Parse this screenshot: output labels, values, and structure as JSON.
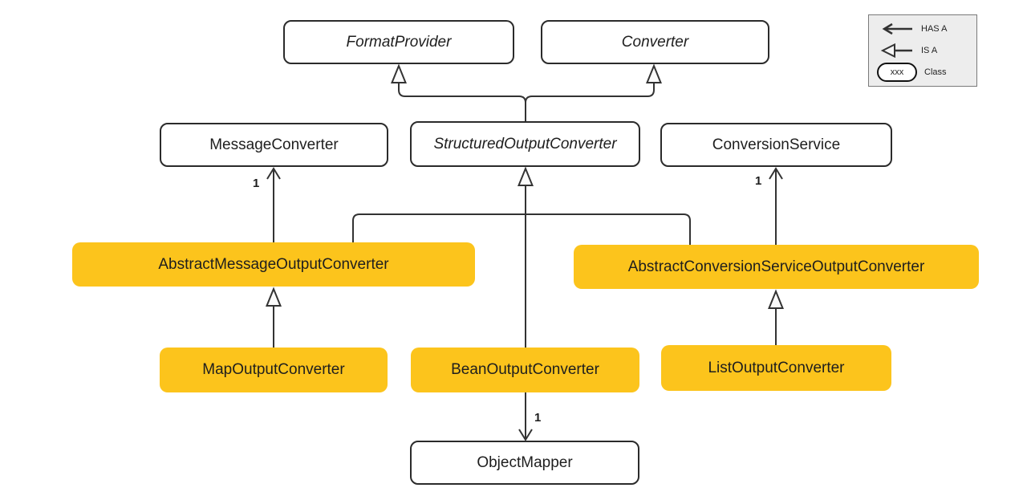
{
  "diagram": {
    "nodes": {
      "format_provider": {
        "label": "FormatProvider",
        "kind": "interface"
      },
      "converter": {
        "label": "Converter",
        "kind": "interface"
      },
      "message_converter": {
        "label": "MessageConverter",
        "kind": "class"
      },
      "structured_output_converter": {
        "label": "StructuredOutputConverter",
        "kind": "interface"
      },
      "conversion_service": {
        "label": "ConversionService",
        "kind": "class"
      },
      "abstract_message_output_converter": {
        "label": "AbstractMessageOutputConverter",
        "kind": "highlighted-class"
      },
      "abstract_conversion_service_output_converter": {
        "label": "AbstractConversionServiceOutputConverter",
        "kind": "highlighted-class"
      },
      "map_output_converter": {
        "label": "MapOutputConverter",
        "kind": "highlighted-class"
      },
      "bean_output_converter": {
        "label": "BeanOutputConverter",
        "kind": "highlighted-class"
      },
      "list_output_converter": {
        "label": "ListOutputConverter",
        "kind": "highlighted-class"
      },
      "object_mapper": {
        "label": "ObjectMapper",
        "kind": "class"
      }
    },
    "relationships": [
      {
        "from": "StructuredOutputConverter",
        "to": "FormatProvider",
        "type": "IS A"
      },
      {
        "from": "StructuredOutputConverter",
        "to": "Converter",
        "type": "IS A"
      },
      {
        "from": "AbstractMessageOutputConverter",
        "to": "MessageConverter",
        "type": "HAS A",
        "multiplicity": "1"
      },
      {
        "from": "AbstractMessageOutputConverter",
        "to": "StructuredOutputConverter",
        "type": "IS A"
      },
      {
        "from": "BeanOutputConverter",
        "to": "StructuredOutputConverter",
        "type": "IS A"
      },
      {
        "from": "AbstractConversionServiceOutputConverter",
        "to": "StructuredOutputConverter",
        "type": "IS A"
      },
      {
        "from": "AbstractConversionServiceOutputConverter",
        "to": "ConversionService",
        "type": "HAS A",
        "multiplicity": "1"
      },
      {
        "from": "MapOutputConverter",
        "to": "AbstractMessageOutputConverter",
        "type": "IS A"
      },
      {
        "from": "ListOutputConverter",
        "to": "AbstractConversionServiceOutputConverter",
        "type": "IS A"
      },
      {
        "from": "BeanOutputConverter",
        "to": "ObjectMapper",
        "type": "HAS A",
        "multiplicity": "1"
      }
    ],
    "multiplicity": {
      "message_converter": "1",
      "conversion_service": "1",
      "object_mapper": "1"
    },
    "legend": {
      "has_a_label": "HAS A",
      "is_a_label": "IS A",
      "class_sample": "xxx",
      "class_label": "Class"
    },
    "colors": {
      "highlight_fill": "#FCC41C",
      "box_border": "#2B2B2B",
      "line": "#333333",
      "legend_bg": "#EDEDED"
    }
  }
}
